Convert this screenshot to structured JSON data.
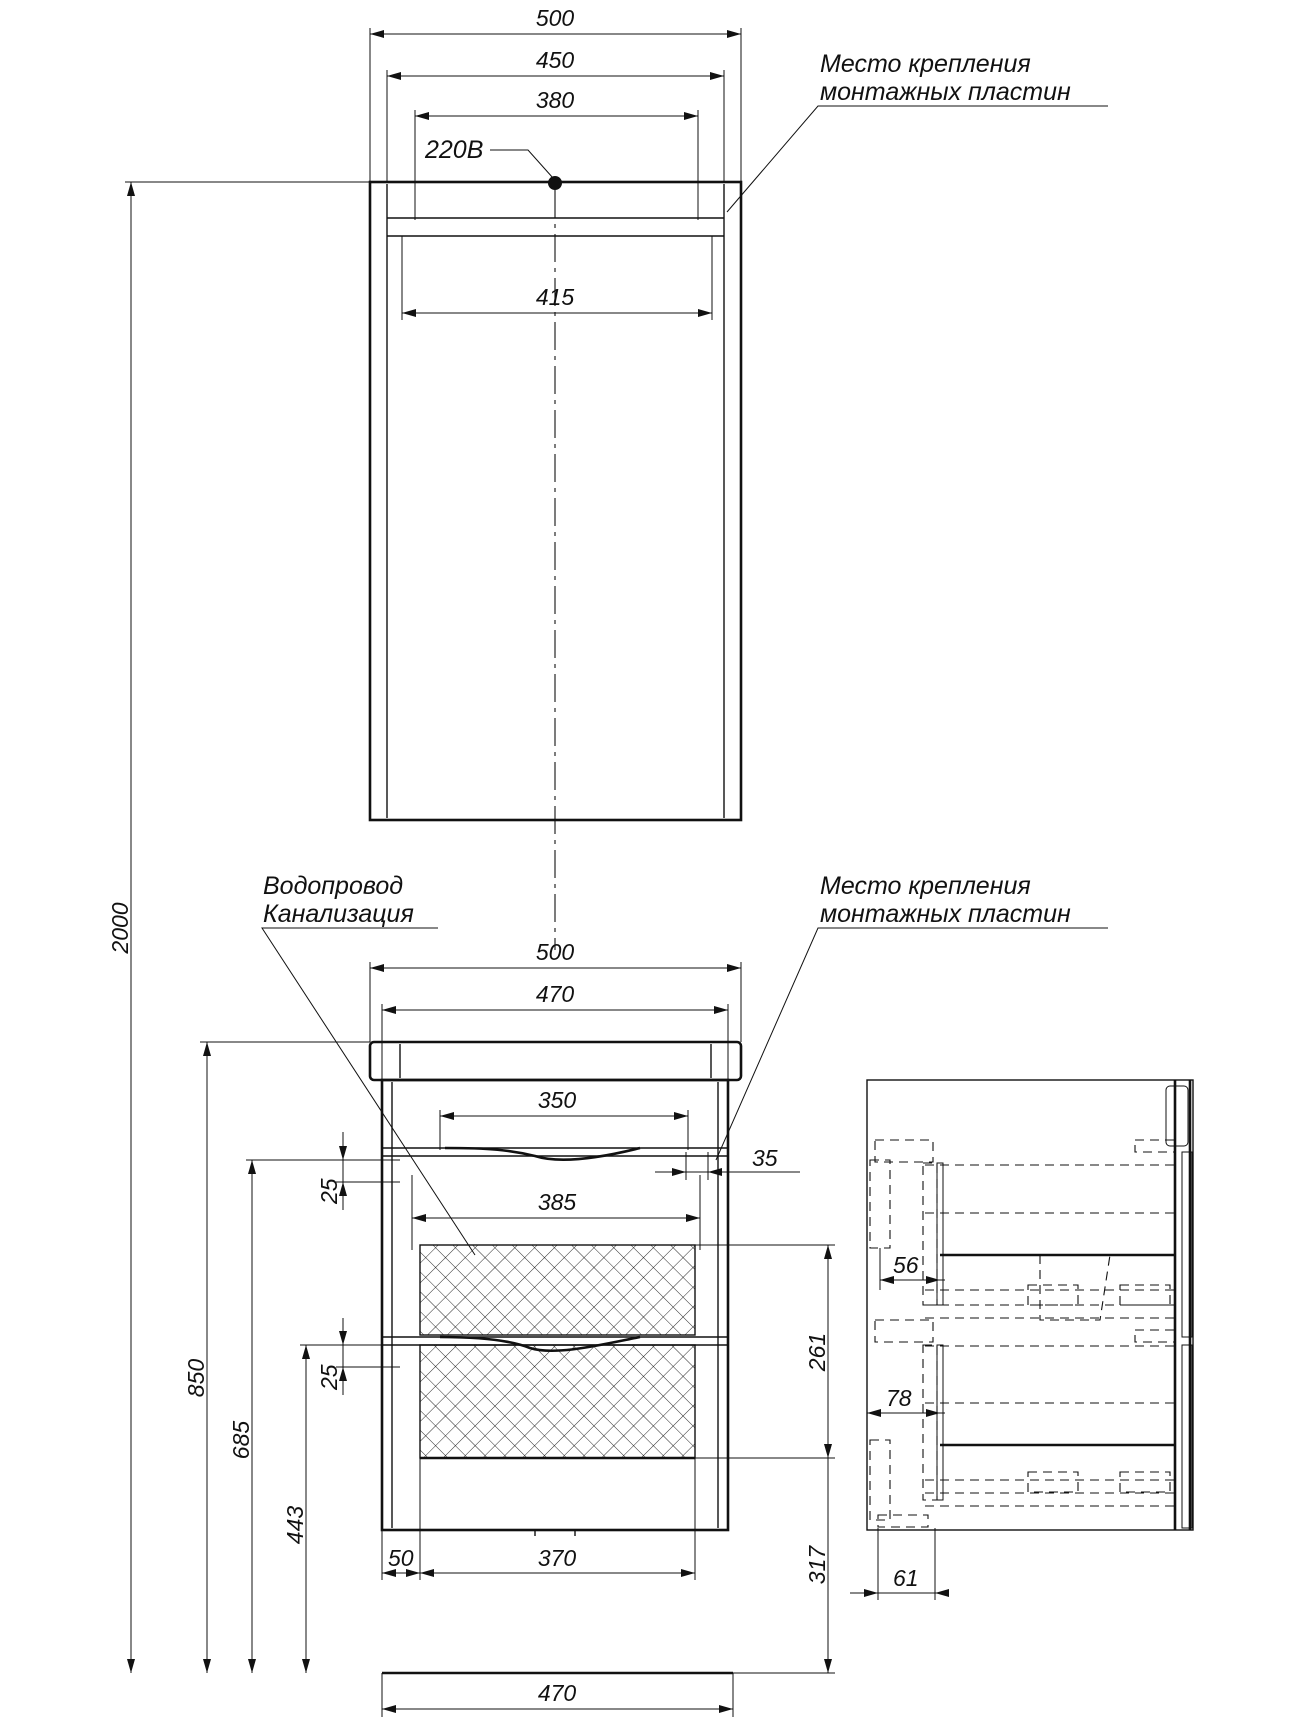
{
  "dimensions": {
    "top_width_500": "500",
    "top_width_450": "450",
    "top_width_380": "380",
    "top_width_415": "415",
    "total_height": "2000",
    "bottom_width_500": "500",
    "bottom_width_470": "470",
    "drawer_width_350": "350",
    "offset_35": "35",
    "drawer_gap_25_top": "25",
    "drawer_width_385": "385",
    "height_850": "850",
    "height_685": "685",
    "height_261": "261",
    "drawer_gap_25_bottom": "25",
    "height_443": "443",
    "height_317": "317",
    "offset_50": "50",
    "width_370": "370",
    "base_width_470": "470",
    "side_56": "56",
    "side_78": "78",
    "side_61": "61"
  },
  "labels": {
    "power": "220В",
    "mount_top_line1": "Место крепления",
    "mount_top_line2": "монтажных пластин",
    "plumbing_line1": "Водопровод",
    "plumbing_line2": "Канализация",
    "mount_bottom_line1": "Место крепления",
    "mount_bottom_line2": "монтажных пластин"
  }
}
